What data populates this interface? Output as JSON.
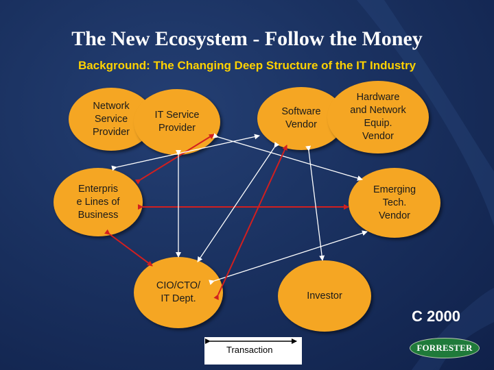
{
  "title": "The New Ecosystem - Follow the Money",
  "subtitle": "Background: The Changing Deep Structure of the IT Industry",
  "nodes": {
    "network_service_provider": [
      "Network",
      "Service",
      "Provider"
    ],
    "it_service_provider": [
      "IT Service",
      "Provider"
    ],
    "software_vendor": [
      "Software",
      "Vendor"
    ],
    "hardware_network_vendor": [
      "Hardware",
      "and Network",
      "Equip.",
      "Vendor"
    ],
    "enterprise_lob": [
      "Enterpris",
      "e Lines of",
      "Business"
    ],
    "emerging_tech_vendor": [
      "Emerging",
      "Tech.",
      "Vendor"
    ],
    "cio_cto": [
      "CIO/CTO/",
      "IT Dept."
    ],
    "investor": [
      "Investor"
    ]
  },
  "edges": [
    {
      "from": "enterprise_lob",
      "to": "emerging_tech_vendor",
      "type": "money"
    },
    {
      "from": "enterprise_lob",
      "to": "it_service_provider",
      "type": "money"
    },
    {
      "from": "enterprise_lob",
      "to": "cio_cto",
      "type": "money"
    },
    {
      "from": "enterprise_lob",
      "to": "software_vendor",
      "type": "transaction"
    },
    {
      "from": "it_service_provider",
      "to": "cio_cto",
      "type": "transaction"
    },
    {
      "from": "it_service_provider",
      "to": "emerging_tech_vendor",
      "type": "transaction"
    },
    {
      "from": "software_vendor",
      "to": "cio_cto",
      "type": "transaction"
    },
    {
      "from": "software_vendor",
      "to": "investor",
      "type": "transaction"
    },
    {
      "from": "cio_cto",
      "to": "emerging_tech_vendor",
      "type": "transaction"
    },
    {
      "from": "cio_cto",
      "to": "software_vendor",
      "type": "money"
    }
  ],
  "year_label": "C 2000",
  "legend": {
    "label": "Transaction"
  },
  "logo_text": "FORRESTER",
  "colors": {
    "node_fill": "#f5a623",
    "money_arrow": "#d21f1f",
    "transaction_arrow": "#ffffff",
    "subtitle": "#ffd200",
    "background": "#1a3160"
  }
}
